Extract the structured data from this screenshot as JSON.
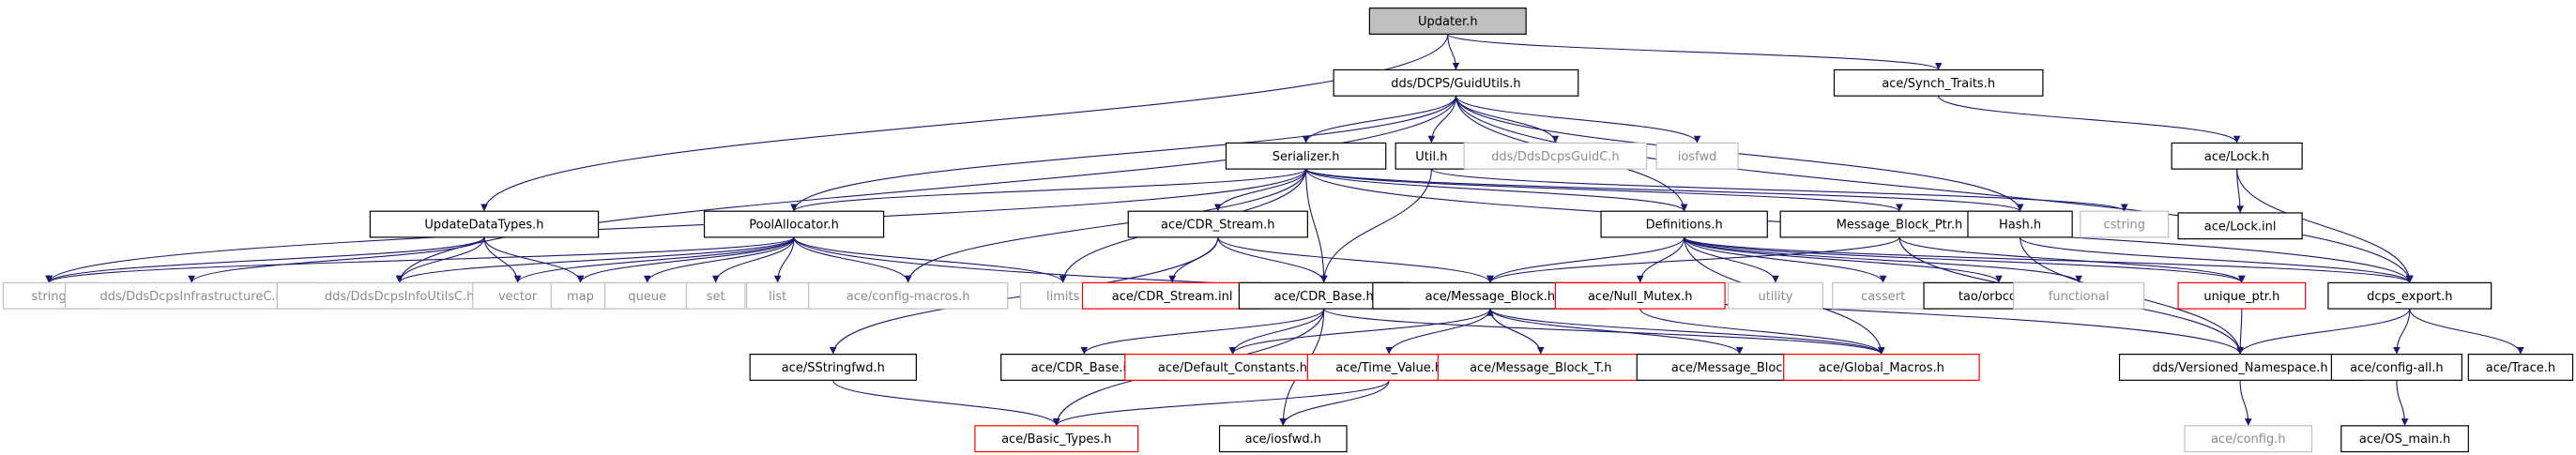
{
  "graph": {
    "style": {
      "edge_color": "#191970",
      "root_fill": "#bfbfbf",
      "normal_fill": "#ffffff",
      "normal_border": "#000000",
      "normal_text": "#000000",
      "external_border": "#bfbfbf",
      "external_text": "#8c8c8c",
      "missing_border": "#ff0000",
      "missing_text": "#000000"
    },
    "nodes": [
      {
        "id": "updater",
        "label": "Updater.h",
        "kind": "root"
      },
      {
        "id": "guidutils",
        "label": "dds/DCPS/GuidUtils.h",
        "kind": "normal"
      },
      {
        "id": "synch",
        "label": "ace/Synch_Traits.h",
        "kind": "normal"
      },
      {
        "id": "lock",
        "label": "ace/Lock.h",
        "kind": "normal"
      },
      {
        "id": "lockinl",
        "label": "ace/Lock.inl",
        "kind": "normal"
      },
      {
        "id": "serializer",
        "label": "Serializer.h",
        "kind": "normal"
      },
      {
        "id": "util",
        "label": "Util.h",
        "kind": "normal"
      },
      {
        "id": "guidc",
        "label": "dds/DdsDcpsGuidC.h",
        "kind": "external"
      },
      {
        "id": "iosfwd",
        "label": "iosfwd",
        "kind": "external"
      },
      {
        "id": "updatedatatypes",
        "label": "UpdateDataTypes.h",
        "kind": "normal"
      },
      {
        "id": "poolallocator",
        "label": "PoolAllocator.h",
        "kind": "normal"
      },
      {
        "id": "cdrstream",
        "label": "ace/CDR_Stream.h",
        "kind": "normal"
      },
      {
        "id": "definitions",
        "label": "Definitions.h",
        "kind": "normal"
      },
      {
        "id": "mbptr",
        "label": "Message_Block_Ptr.h",
        "kind": "normal"
      },
      {
        "id": "hash",
        "label": "Hash.h",
        "kind": "normal"
      },
      {
        "id": "cstring",
        "label": "cstring",
        "kind": "external"
      },
      {
        "id": "dcpsexport",
        "label": "dcps_export.h",
        "kind": "normal"
      },
      {
        "id": "string",
        "label": "string",
        "kind": "external"
      },
      {
        "id": "infraC",
        "label": "dds/DdsDcpsInfrastructureC.h",
        "kind": "external"
      },
      {
        "id": "infoutilsC",
        "label": "dds/DdsDcpsInfoUtilsC.h",
        "kind": "external"
      },
      {
        "id": "vector",
        "label": "vector",
        "kind": "external"
      },
      {
        "id": "map",
        "label": "map",
        "kind": "external"
      },
      {
        "id": "queue",
        "label": "queue",
        "kind": "external"
      },
      {
        "id": "set",
        "label": "set",
        "kind": "external"
      },
      {
        "id": "list",
        "label": "list",
        "kind": "external"
      },
      {
        "id": "configmacros",
        "label": "ace/config-macros.h",
        "kind": "external"
      },
      {
        "id": "limits",
        "label": "limits",
        "kind": "external"
      },
      {
        "id": "cdrstreaminl",
        "label": "ace/CDR_Stream.inl",
        "kind": "missing"
      },
      {
        "id": "cdrbase",
        "label": "ace/CDR_Base.h",
        "kind": "normal"
      },
      {
        "id": "messageblock",
        "label": "ace/Message_Block.h",
        "kind": "normal"
      },
      {
        "id": "nullmutex",
        "label": "ace/Null_Mutex.h",
        "kind": "missing"
      },
      {
        "id": "utility",
        "label": "utility",
        "kind": "external"
      },
      {
        "id": "cassert",
        "label": "cassert",
        "kind": "external"
      },
      {
        "id": "orbconf",
        "label": "tao/orbconf.h",
        "kind": "normal"
      },
      {
        "id": "functional",
        "label": "functional",
        "kind": "external"
      },
      {
        "id": "uniqueptr",
        "label": "unique_ptr.h",
        "kind": "missing"
      },
      {
        "id": "sstringfwd",
        "label": "ace/SStringfwd.h",
        "kind": "normal"
      },
      {
        "id": "cdrbaseinl",
        "label": "ace/CDR_Base.inl",
        "kind": "normal"
      },
      {
        "id": "defconst",
        "label": "ace/Default_Constants.h",
        "kind": "missing"
      },
      {
        "id": "timevalue",
        "label": "ace/Time_Value.h",
        "kind": "missing"
      },
      {
        "id": "mbt",
        "label": "ace/Message_Block_T.h",
        "kind": "missing"
      },
      {
        "id": "mbinl",
        "label": "ace/Message_Block.inl",
        "kind": "normal"
      },
      {
        "id": "globalmacros",
        "label": "ace/Global_Macros.h",
        "kind": "missing"
      },
      {
        "id": "versioned",
        "label": "dds/Versioned_Namespace.h",
        "kind": "normal"
      },
      {
        "id": "configall",
        "label": "ace/config-all.h",
        "kind": "normal"
      },
      {
        "id": "acetrace",
        "label": "ace/Trace.h",
        "kind": "normal"
      },
      {
        "id": "basictypes",
        "label": "ace/Basic_Types.h",
        "kind": "missing"
      },
      {
        "id": "aceiosfwd",
        "label": "ace/iosfwd.h",
        "kind": "normal"
      },
      {
        "id": "configh",
        "label": "ace/config.h",
        "kind": "external"
      },
      {
        "id": "osmain",
        "label": "ace/OS_main.h",
        "kind": "normal"
      }
    ],
    "edges": [
      [
        "updater",
        "guidutils"
      ],
      [
        "updater",
        "synch"
      ],
      [
        "updater",
        "updatedatatypes"
      ],
      [
        "synch",
        "lock"
      ],
      [
        "lock",
        "lockinl"
      ],
      [
        "lock",
        "dcpsexport"
      ],
      [
        "guidutils",
        "serializer"
      ],
      [
        "guidutils",
        "util"
      ],
      [
        "guidutils",
        "guidc"
      ],
      [
        "guidutils",
        "iosfwd"
      ],
      [
        "guidutils",
        "poolallocator"
      ],
      [
        "guidutils",
        "infoutilsC"
      ],
      [
        "guidutils",
        "hash"
      ],
      [
        "guidutils",
        "dcpsexport"
      ],
      [
        "guidutils",
        "definitions"
      ],
      [
        "util",
        "cstring"
      ],
      [
        "util",
        "cdrbase"
      ],
      [
        "serializer",
        "string"
      ],
      [
        "serializer",
        "poolallocator"
      ],
      [
        "serializer",
        "cdrstream"
      ],
      [
        "serializer",
        "cdrbase"
      ],
      [
        "serializer",
        "limits"
      ],
      [
        "serializer",
        "configmacros"
      ],
      [
        "serializer",
        "definitions"
      ],
      [
        "serializer",
        "mbptr"
      ],
      [
        "serializer",
        "hash"
      ],
      [
        "serializer",
        "dcpsexport"
      ],
      [
        "updatedatatypes",
        "string"
      ],
      [
        "updatedatatypes",
        "infraC"
      ],
      [
        "updatedatatypes",
        "infoutilsC"
      ],
      [
        "updatedatatypes",
        "vector"
      ],
      [
        "updatedatatypes",
        "map"
      ],
      [
        "poolallocator",
        "string"
      ],
      [
        "poolallocator",
        "vector"
      ],
      [
        "poolallocator",
        "map"
      ],
      [
        "poolallocator",
        "queue"
      ],
      [
        "poolallocator",
        "set"
      ],
      [
        "poolallocator",
        "list"
      ],
      [
        "poolallocator",
        "configmacros"
      ],
      [
        "poolallocator",
        "limits"
      ],
      [
        "poolallocator",
        "infoutilsC"
      ],
      [
        "poolallocator",
        "versioned"
      ],
      [
        "cdrstream",
        "cdrstreaminl"
      ],
      [
        "cdrstream",
        "cdrbase"
      ],
      [
        "cdrstream",
        "messageblock"
      ],
      [
        "cdrstream",
        "sstringfwd"
      ],
      [
        "definitions",
        "messageblock"
      ],
      [
        "definitions",
        "nullmutex"
      ],
      [
        "definitions",
        "utility"
      ],
      [
        "definitions",
        "cassert"
      ],
      [
        "definitions",
        "orbconf"
      ],
      [
        "definitions",
        "functional"
      ],
      [
        "definitions",
        "uniqueptr"
      ],
      [
        "definitions",
        "globalmacros"
      ],
      [
        "definitions",
        "dcpsexport"
      ],
      [
        "mbptr",
        "messageblock"
      ],
      [
        "mbptr",
        "uniqueptr"
      ],
      [
        "mbptr",
        "versioned"
      ],
      [
        "hash",
        "dcpsexport"
      ],
      [
        "hash",
        "versioned"
      ],
      [
        "dcpsexport",
        "versioned"
      ],
      [
        "dcpsexport",
        "configall"
      ],
      [
        "dcpsexport",
        "acetrace"
      ],
      [
        "uniqueptr",
        "versioned"
      ],
      [
        "cdrbase",
        "cdrbaseinl"
      ],
      [
        "cdrbase",
        "defconst"
      ],
      [
        "cdrbase",
        "basictypes"
      ],
      [
        "cdrbase",
        "aceiosfwd"
      ],
      [
        "cdrbase",
        "globalmacros"
      ],
      [
        "messageblock",
        "defconst"
      ],
      [
        "messageblock",
        "timevalue"
      ],
      [
        "messageblock",
        "mbt"
      ],
      [
        "messageblock",
        "mbinl"
      ],
      [
        "messageblock",
        "globalmacros"
      ],
      [
        "mbt",
        "messageblock"
      ],
      [
        "mbt",
        "globalmacros"
      ],
      [
        "nullmutex",
        "globalmacros"
      ],
      [
        "timevalue",
        "basictypes"
      ],
      [
        "timevalue",
        "aceiosfwd"
      ],
      [
        "sstringfwd",
        "basictypes"
      ],
      [
        "versioned",
        "configh"
      ],
      [
        "configall",
        "osmain"
      ]
    ]
  }
}
